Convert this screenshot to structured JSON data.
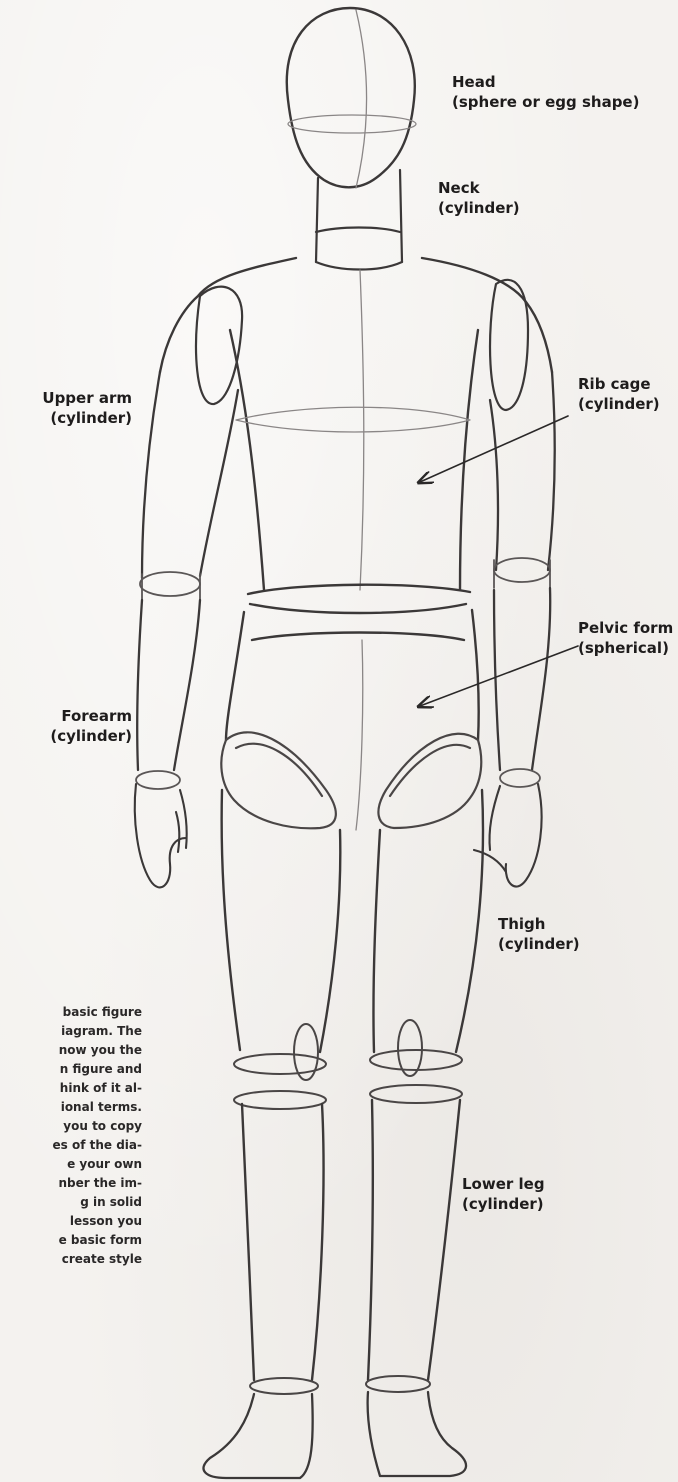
{
  "labels": {
    "head": {
      "title": "Head",
      "sub": "(sphere or egg shape)"
    },
    "neck": {
      "title": "Neck",
      "sub": "(cylinder)"
    },
    "upper_arm": {
      "title": "Upper arm",
      "sub": "(cylinder)"
    },
    "rib_cage": {
      "title": "Rib cage",
      "sub": "(cylinder)"
    },
    "pelvic_form": {
      "title": "Pelvic form",
      "sub": "(spherical)"
    },
    "forearm": {
      "title": "Forearm",
      "sub": "(cylinder)"
    },
    "thigh": {
      "title": "Thigh",
      "sub": "(cylinder)"
    },
    "lower_leg": {
      "title": "Lower leg",
      "sub": "(cylinder)"
    }
  },
  "caption_lines": [
    "basic figure",
    "iagram. The",
    "now you the",
    "n figure and",
    "hink of it al-",
    "ional terms.",
    "you to copy",
    "es of the dia-",
    "e your own",
    "nber the im-",
    "g in solid",
    "lesson you",
    "e basic form",
    "create style"
  ]
}
